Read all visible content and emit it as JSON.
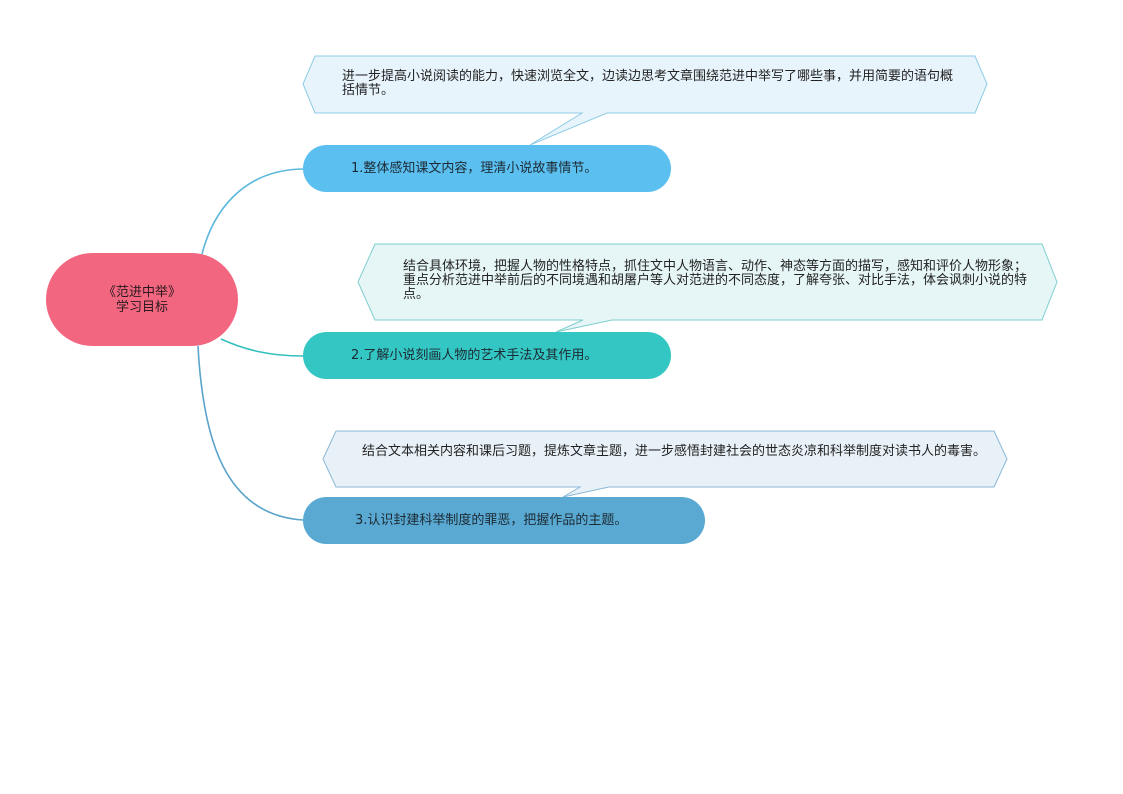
{
  "root": {
    "line1": "《范进中举》",
    "line2": "学习目标",
    "color": "#f26680"
  },
  "branches": [
    {
      "label": "1.整体感知课文内容，理清小说故事情节。",
      "color": "#5bbff0",
      "note": "进一步提高小说阅读的能力，快速浏览全文，边读边思考文章围绕范进中举写了哪些事，并用简要的语句概括情节。",
      "note_fill": "#e8f4fc",
      "note_stroke": "#8fcbe6"
    },
    {
      "label": "2.了解小说刻画人物的艺术手法及其作用。",
      "color": "#34c6c2",
      "note": "结合具体环境，把握人物的性格特点，抓住文中人物语言、动作、神态等方面的描写，感知和评价人物形象；重点分析范进中举前后的不同境遇和胡屠户等人对范进的不同态度，了解夸张、对比手法，体会讽刺小说的特点。",
      "note_fill": "#e6f5f5",
      "note_stroke": "#7fcfcf"
    },
    {
      "label": "3.认识封建科举制度的罪恶，把握作品的主题。",
      "color": "#5aa9d3",
      "note": "结合文本相关内容和课后习题，提炼文章主题，进一步感悟封建社会的世态炎凉和科举制度对读书人的毒害。",
      "note_fill": "#e8f1f8",
      "note_stroke": "#8ab9d6"
    }
  ]
}
